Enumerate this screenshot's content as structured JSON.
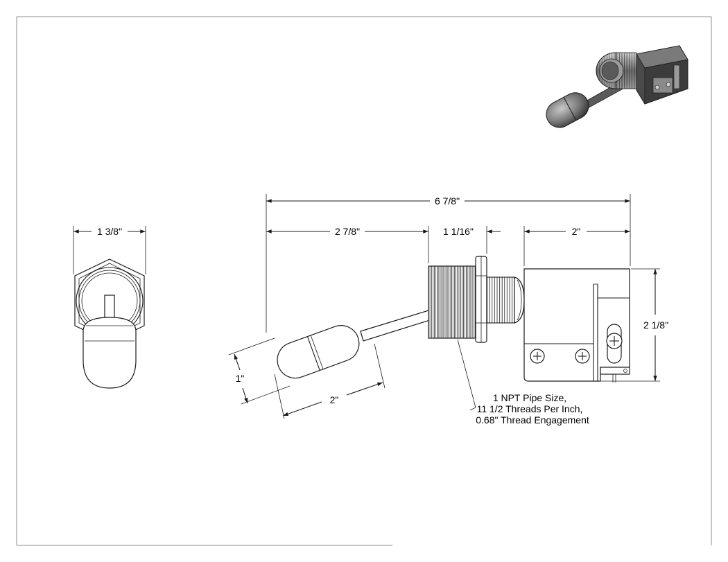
{
  "dimensions": {
    "overall_length": "6 7/8\"",
    "stem_length": "2 7/8\"",
    "fitting_length": "1 1/16\"",
    "switch_length": "2\"",
    "switch_height": "2 1/8\"",
    "float_diameter": "1\"",
    "float_length": "2\"",
    "hex_width": "1 3/8\""
  },
  "thread_note": {
    "line1": "1 NPT Pipe Size,",
    "line2": "11 1/2 Threads Per Inch,",
    "line3": "0.68\" Thread Engagement"
  },
  "colors": {
    "line": "#1a1a1a",
    "frame": "#8c8c8c",
    "iso_dark": "#3a3a3a",
    "iso_mid": "#6e6e6e",
    "iso_light": "#b5b5b5"
  }
}
